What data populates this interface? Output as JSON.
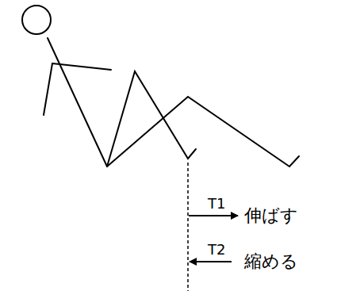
{
  "diagram": {
    "labels": [
      "T1",
      "伸ばす",
      "T2",
      "縮める"
    ]
  }
}
